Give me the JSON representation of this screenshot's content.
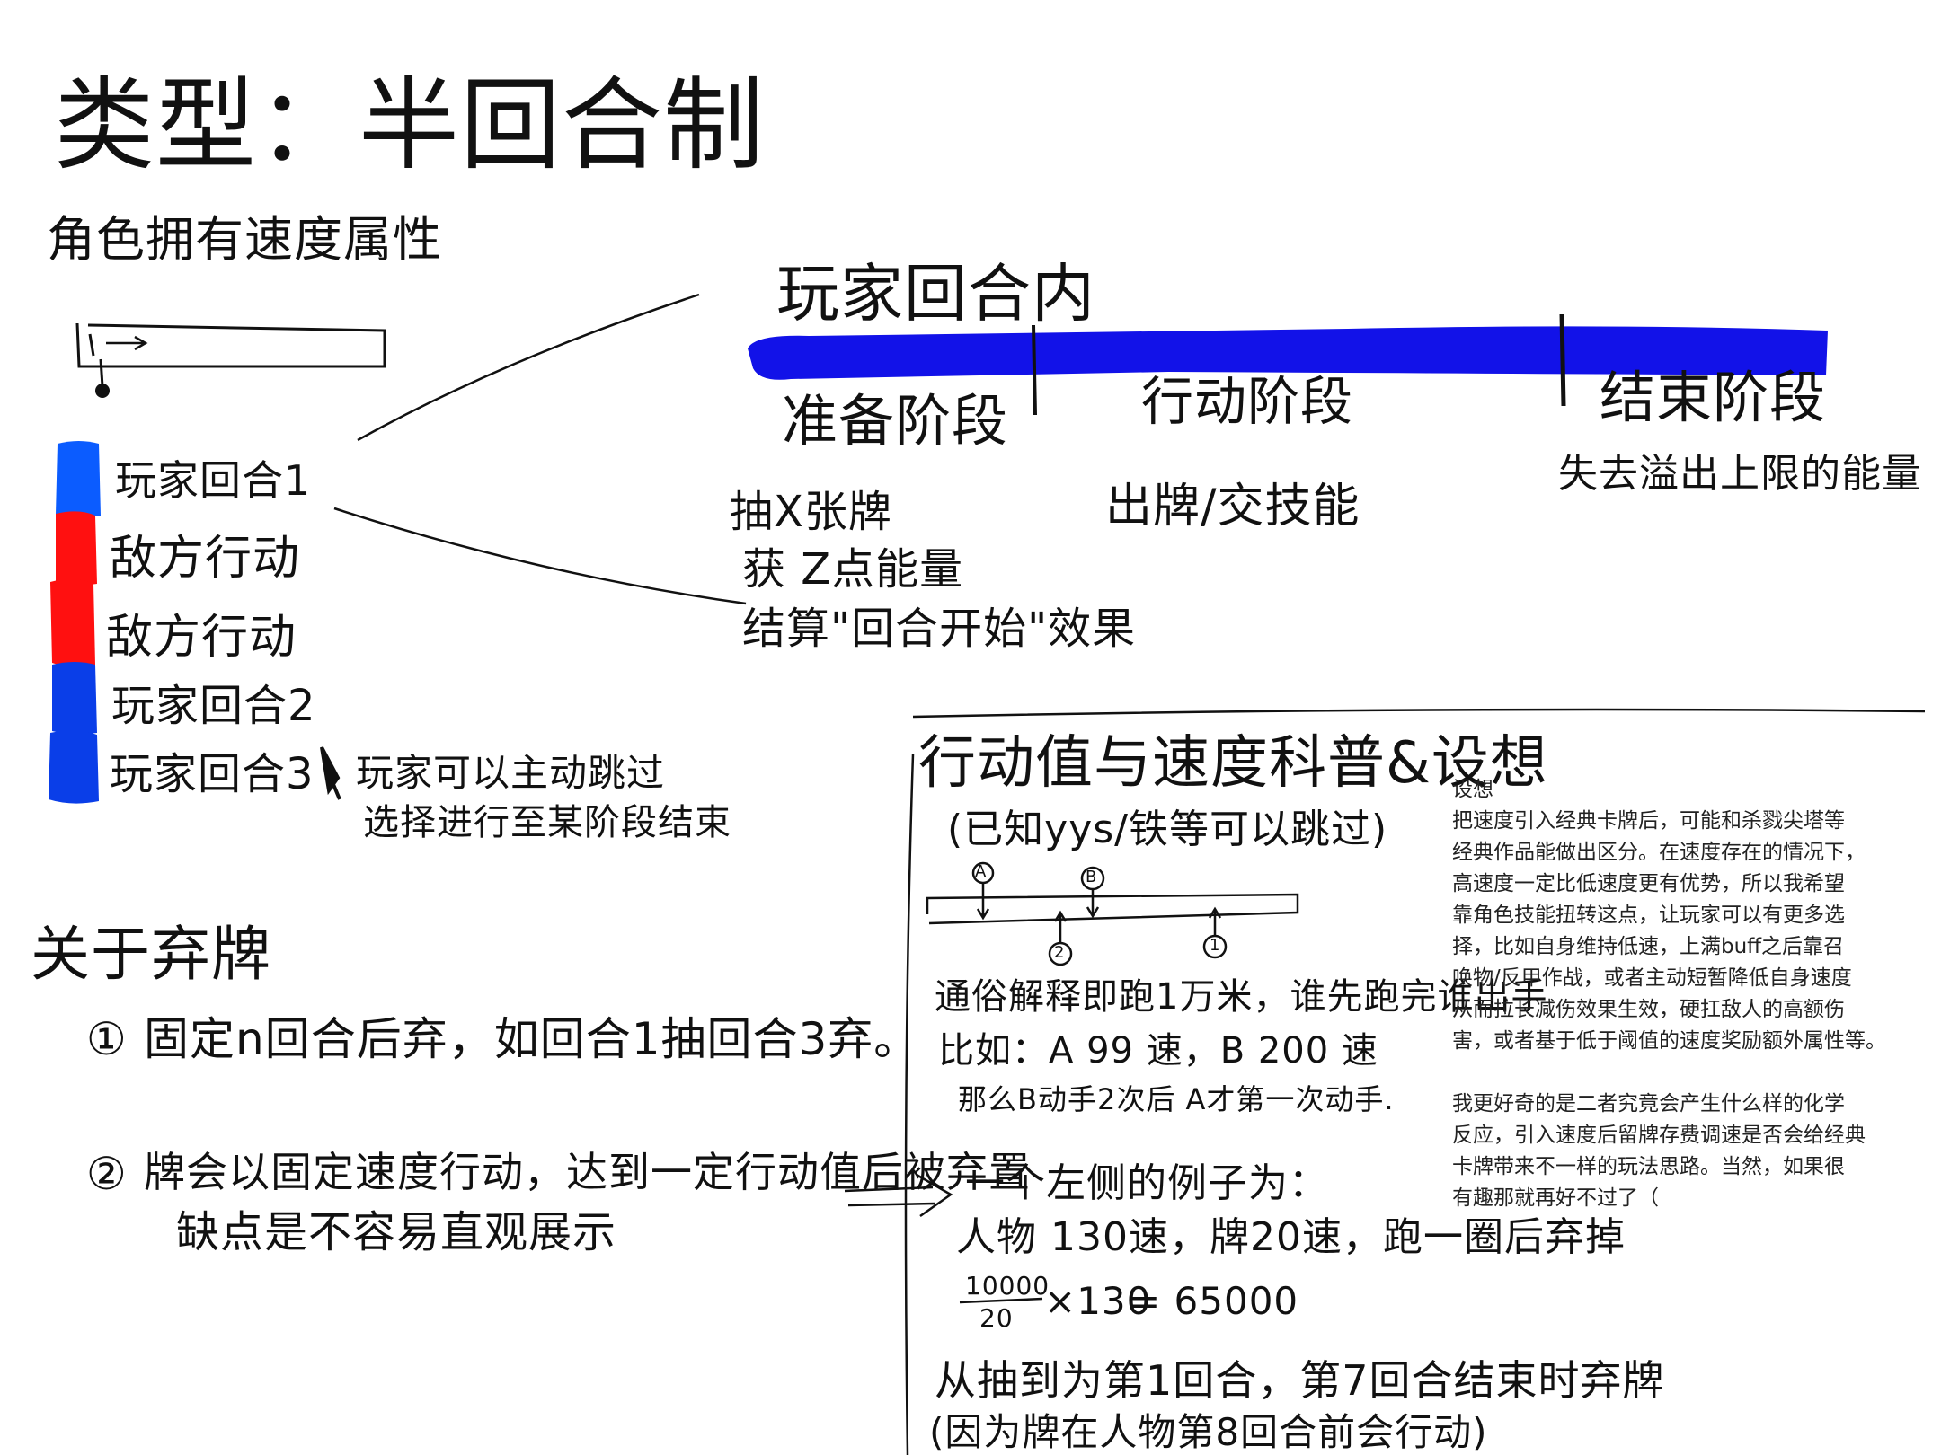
{
  "title": "类型：半回合制",
  "subtitle": "角色拥有速度属性",
  "turn_order": [
    {
      "label": "玩家回合1",
      "color": "#0b5cff"
    },
    {
      "label": "敌方行动",
      "color": "#ff1010"
    },
    {
      "label": "敌方行动",
      "color": "#ff1010"
    },
    {
      "label": "玩家回合2",
      "color": "#0a3ee8"
    },
    {
      "label": "玩家回合3",
      "color": "#0a3ee8"
    }
  ],
  "skip_note": [
    "玩家可以主动跳过",
    "选择进行至某阶段结束"
  ],
  "player_turn": {
    "heading": "玩家回合内",
    "bar_color": "#1212e8",
    "phases": [
      {
        "name": "准备阶段",
        "details": [
          "抽X张牌",
          "获 Z点能量",
          "结算\"回合开始\"效果"
        ]
      },
      {
        "name": "行动阶段",
        "details": [
          "出牌/交技能"
        ]
      },
      {
        "name": "结束阶段",
        "details": [
          "失去溢出上限的能量"
        ]
      }
    ]
  },
  "discard": {
    "heading": "关于弃牌",
    "options": [
      {
        "num": "①",
        "text": "固定n回合后弃，如回合1抽回合3弃。"
      },
      {
        "num": "②",
        "text": "牌会以固定速度行动，达到一定行动值后被弃置",
        "note": "缺点是不容易直观展示"
      }
    ]
  },
  "action_value": {
    "heading": "行动值与速度科普&设想",
    "sub": "(已知yys/铁等可以跳过)",
    "markers_top": [
      "A",
      "B"
    ],
    "markers_bottom": [
      "2",
      "1"
    ],
    "lines": [
      "通俗解释即跑1万米，谁先跑完谁出手",
      "比如：A 99 速，B 200 速",
      "那么B动手2次后 A才第一次动手."
    ],
    "example_heading": "一个左侧的例子为：",
    "example_line": "人物 130速，牌20速，跑一圈后弃掉",
    "formula": {
      "numerator": "10000",
      "denominator": "20",
      "multiplier": "×130",
      "result": "= 65000"
    },
    "conclusion": [
      "从抽到为第1回合，第7回合结束时弃牌",
      "(因为牌在人物第8回合前会行动)"
    ]
  },
  "idea": {
    "title": "设想",
    "paragraph1": [
      "把速度引入经典卡牌后，可能和杀戮尖塔等",
      "经典作品能做出区分。在速度存在的情况下，",
      "高速度一定比低速度更有优势，所以我希望",
      "靠角色技能扭转这点，让玩家可以有更多选",
      "择，比如自身维持低速，上满buff之后靠召",
      "唤物/反甲作战，或者主动短暂降低自身速度",
      "从而拉长减伤效果生效，硬扛敌人的高额伤",
      "害，或者基于低于阈值的速度奖励额外属性等。"
    ],
    "paragraph2": [
      "我更好奇的是二者究竟会产生什么样的化学",
      "反应，引入速度后留牌存费调速是否会给经典",
      "卡牌带来不一样的玩法思路。当然，如果很",
      "有趣那就再好不过了（"
    ]
  }
}
